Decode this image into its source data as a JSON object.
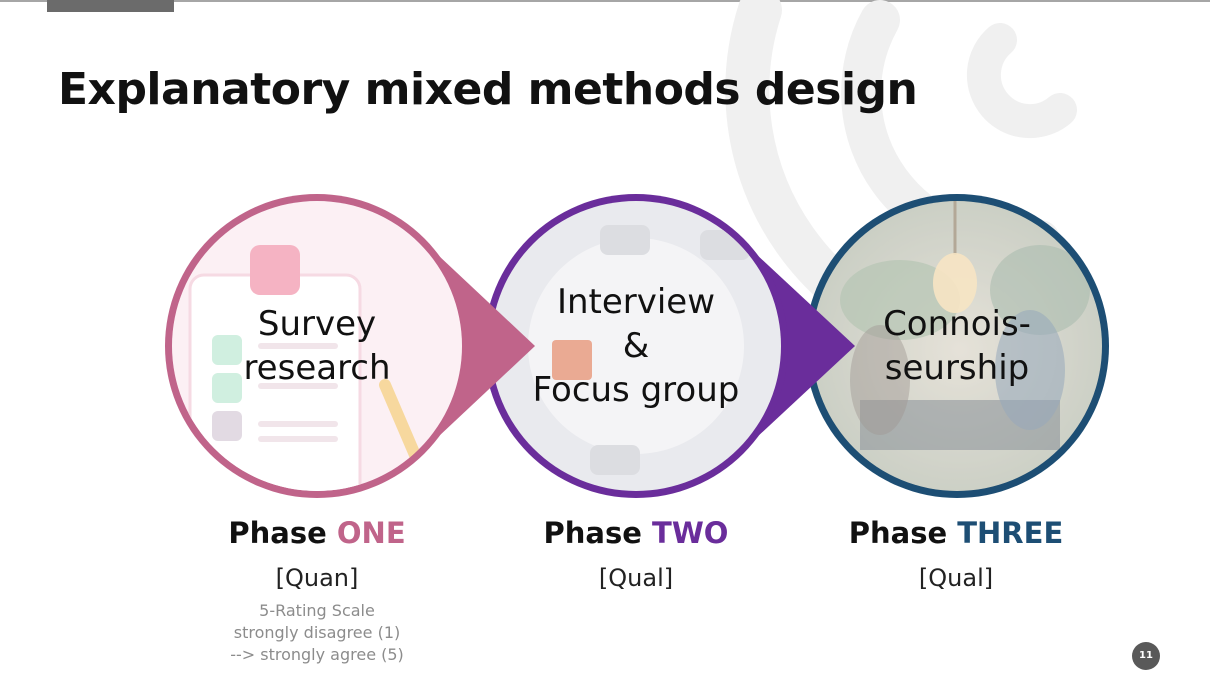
{
  "slide": {
    "title": "Explanatory mixed methods design",
    "page_number": "11"
  },
  "phases": [
    {
      "circle_text": "Survey\nresearch",
      "phase_prefix": "Phase",
      "phase_word": "ONE",
      "method": "[Quan]",
      "notes": [
        "5-Rating Scale",
        "strongly disagree (1)",
        "--> strongly agree (5)"
      ],
      "color": "#c0648a"
    },
    {
      "circle_text": "Interview\n&\nFocus group",
      "phase_prefix": "Phase",
      "phase_word": "TWO",
      "method": "[Qual]",
      "color": "#6a2d9b"
    },
    {
      "circle_text": "Connois-\nseurship",
      "phase_prefix": "Phase",
      "phase_word": "THREE",
      "method": "[Qual]",
      "color": "#1d4e74"
    }
  ]
}
